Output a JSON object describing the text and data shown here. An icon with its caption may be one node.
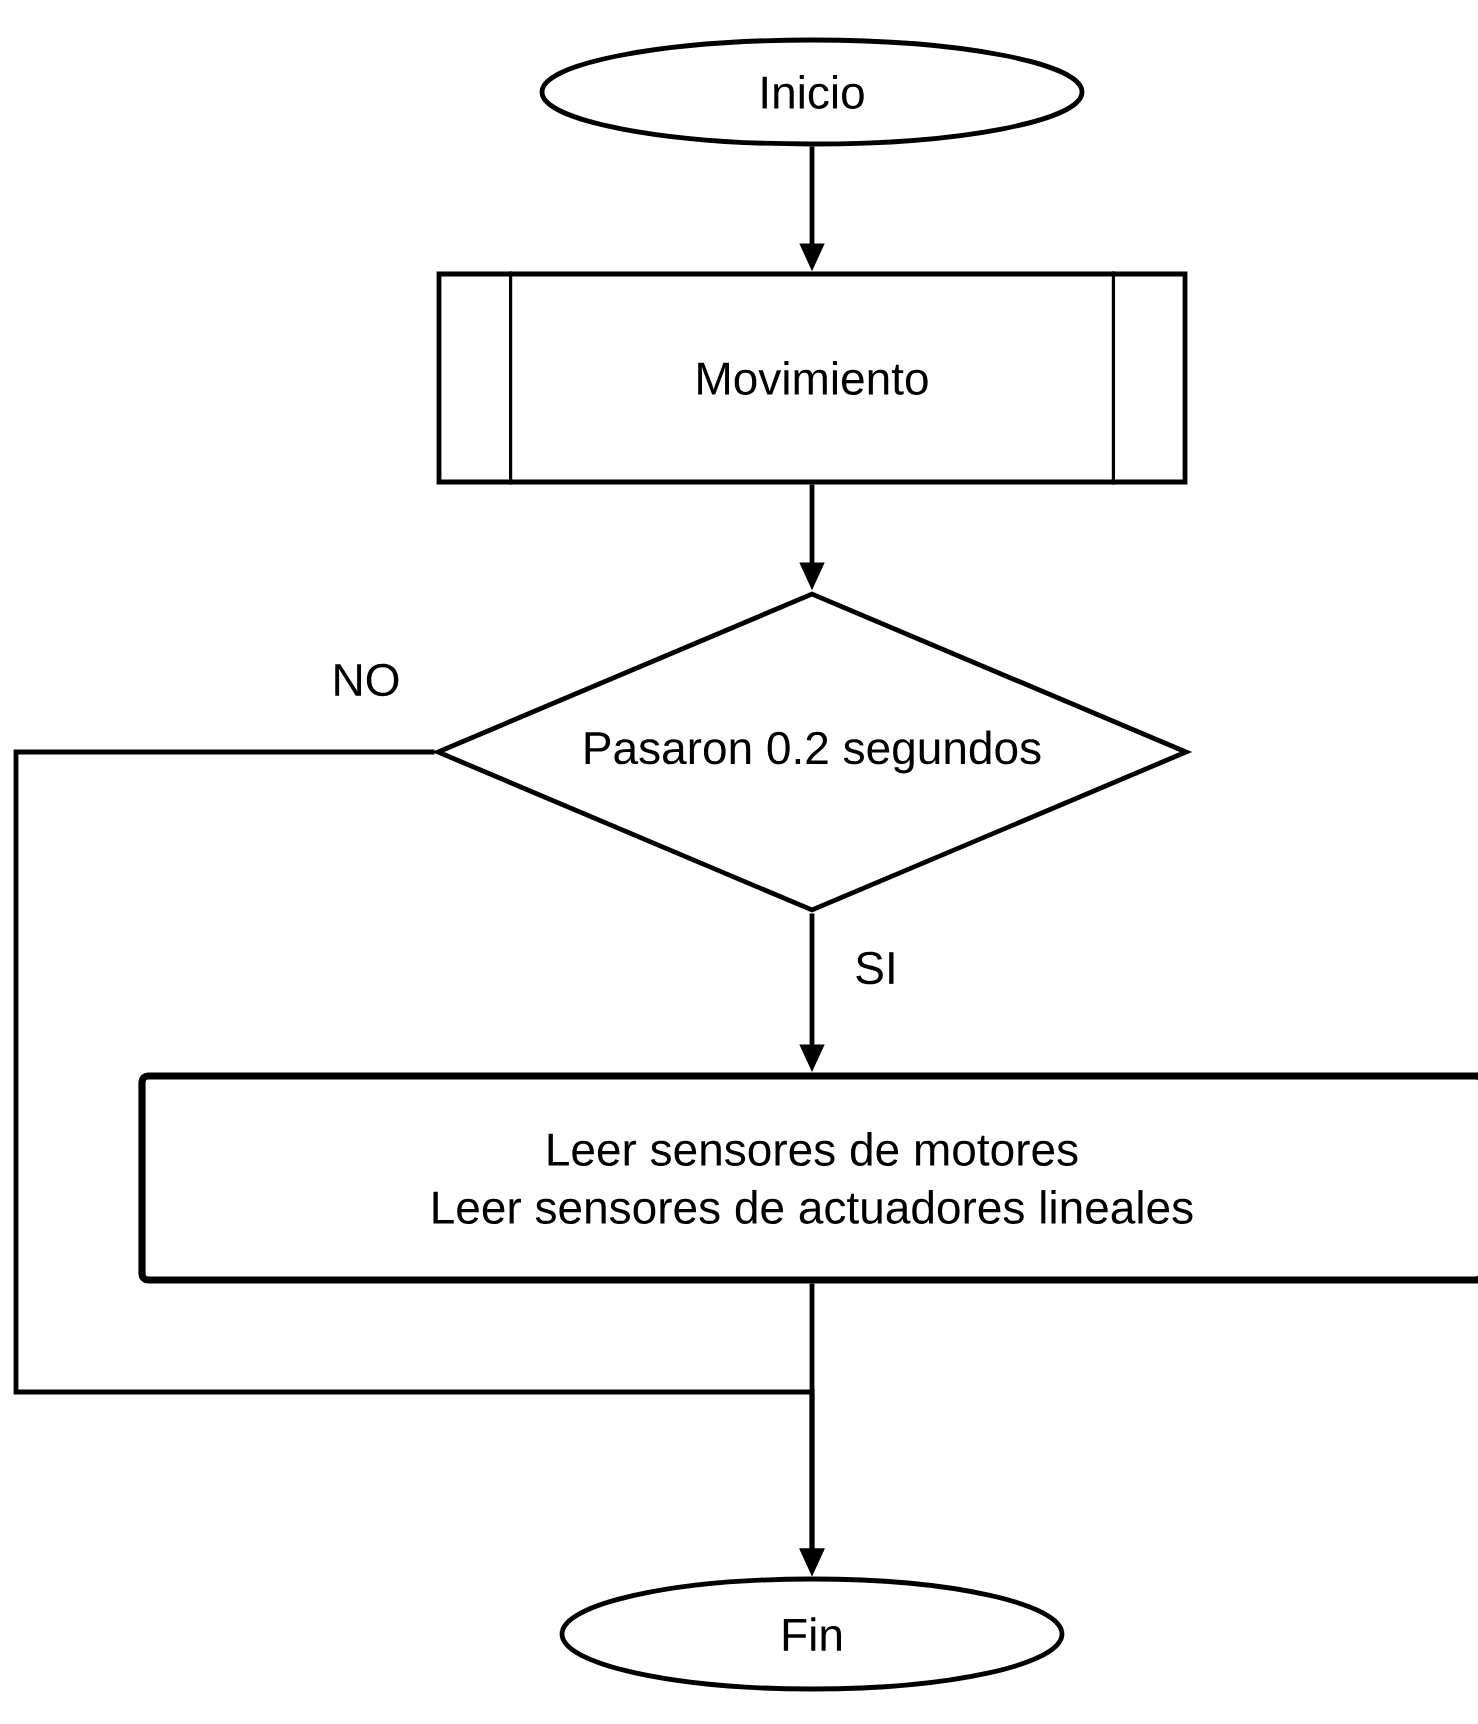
{
  "diagram": {
    "nodes": [
      {
        "text": [
          "Inicio"
        ]
      },
      {
        "text": [
          "Movimiento"
        ]
      },
      {
        "text": [
          "Pasaron 0.2 segundos"
        ]
      },
      {
        "text": [
          "Leer sensores de motores",
          "Leer sensores de actuadores lineales"
        ]
      },
      {
        "text": [
          "Fin"
        ]
      }
    ],
    "edges": [
      {
        "from": 0,
        "to": 1,
        "arrow": "to"
      },
      {
        "from": 1,
        "to": 2,
        "arrow": "to"
      },
      {
        "from": 2,
        "to": 3,
        "arrow": "to",
        "label": "SI"
      },
      {
        "from": 2,
        "to": 4,
        "arrow": "to",
        "label": "NO"
      },
      {
        "from": 3,
        "to": 4,
        "arrow": "to"
      }
    ]
  }
}
